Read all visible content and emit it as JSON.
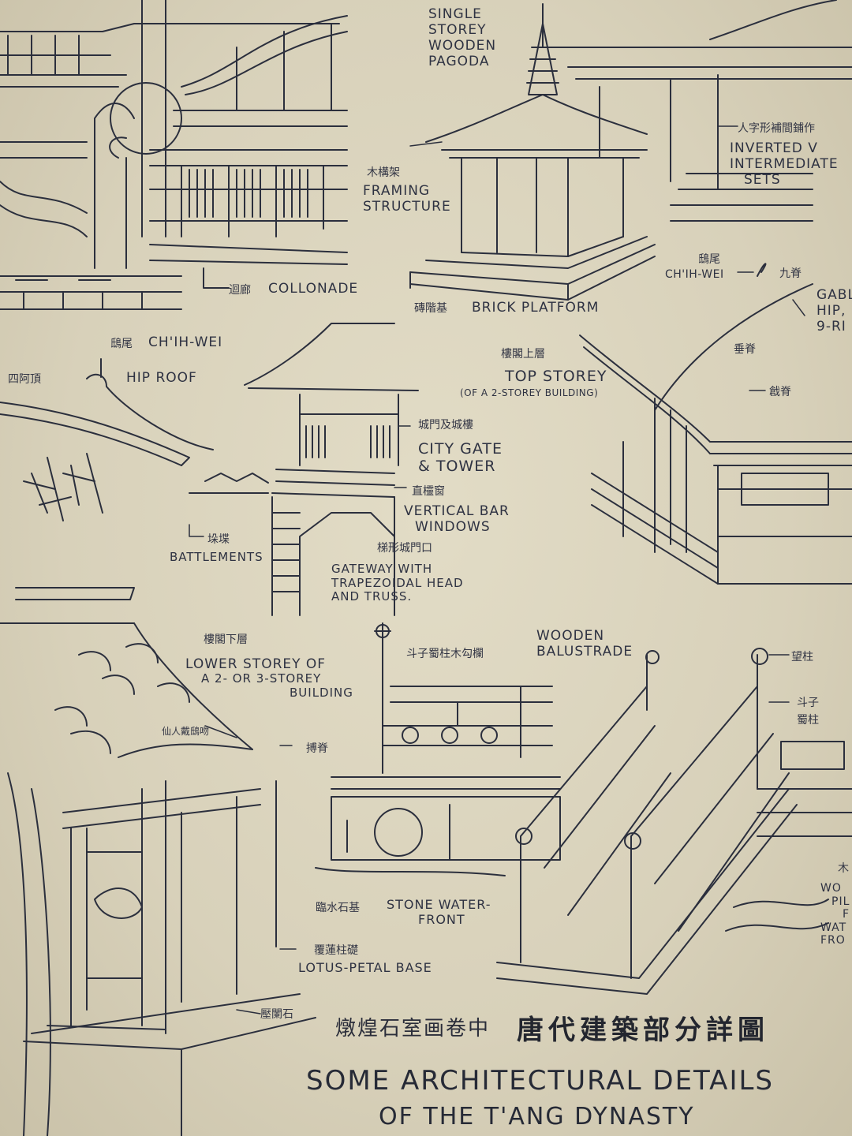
{
  "title": {
    "chinese_left": "燉煌石室画卷中",
    "chinese_right": "唐代建築部分詳圖",
    "english_line1": "Some Architectural Details",
    "english_line2": "of the T'ang Dynasty"
  },
  "labels": {
    "pagoda": [
      "Single",
      "Storey",
      "Wooden",
      "Pagoda"
    ],
    "framing": {
      "cn": "木構架",
      "en": [
        "Framing",
        "Structure"
      ]
    },
    "colonnade": {
      "cn": "迴廊",
      "en": "Collonade"
    },
    "brick_platform": {
      "cn": "磚階基",
      "en": "Brick Platform"
    },
    "inverted_v": {
      "cn": "人字形補間鋪作",
      "en": [
        "Inverted V",
        "Intermediate",
        "Sets"
      ]
    },
    "chihwei_right": {
      "cn": "鴟尾",
      "en": "Ch'ih-wei"
    },
    "gable": {
      "cn": "九脊",
      "en": [
        "Gable",
        "Hip,",
        "9-Ri"
      ]
    },
    "hip_roof": {
      "cn_chihwei": "鴟尾",
      "chihwei": "Ch'ih-wei",
      "cn": "四阿頂",
      "en": "Hip Roof"
    },
    "top_storey": {
      "cn": "樓閣上層",
      "en": "Top Storey",
      "sub": "(of a 2-storey building)"
    },
    "city_gate": {
      "cn": "城門及城樓",
      "en": [
        "City Gate",
        "& Tower"
      ]
    },
    "vertical_windows": {
      "cn": "直欞窗",
      "en": [
        "Vertical Bar",
        "Windows"
      ]
    },
    "battlements": {
      "cn": "垛堞",
      "en": "Battlements"
    },
    "gateway": {
      "cn": "梯形城門口",
      "en": [
        "Gateway with",
        "Trapezoidal Head",
        "and Truss."
      ]
    },
    "right_ridges": {
      "cn1": "垂脊",
      "cn2": "戧脊"
    },
    "lower_storey": {
      "cn": "樓閣下層",
      "en": [
        "Lower Storey of",
        "a 2- or 3-Storey",
        "Building"
      ]
    },
    "immortals": {
      "cn": "仙人戴鴟吻",
      "cn2": "搏脊"
    },
    "wooden_balustrade": {
      "cn": "斗子蜀柱木勾欄",
      "en": [
        "Wooden",
        "Balustrade"
      ]
    },
    "stone_waterfront": {
      "cn": "臨水石基",
      "en": [
        "Stone Water-",
        "Front"
      ]
    },
    "lotus_base": {
      "cn": "覆蓮柱礎",
      "en": "Lotus-Petal Base"
    },
    "stone_base": {
      "cn": "壓闌石"
    },
    "wang_zhu": {
      "cn": "望柱"
    },
    "douzi": {
      "cn1": "斗子",
      "cn2": "蜀柱"
    },
    "wood_pile": {
      "cn": "木",
      "en": [
        "Wo",
        "Pil",
        "F",
        "Wat",
        "Fro"
      ]
    }
  },
  "colors": {
    "paper": "#d9d3bd",
    "ink": "#2b2f3d"
  }
}
